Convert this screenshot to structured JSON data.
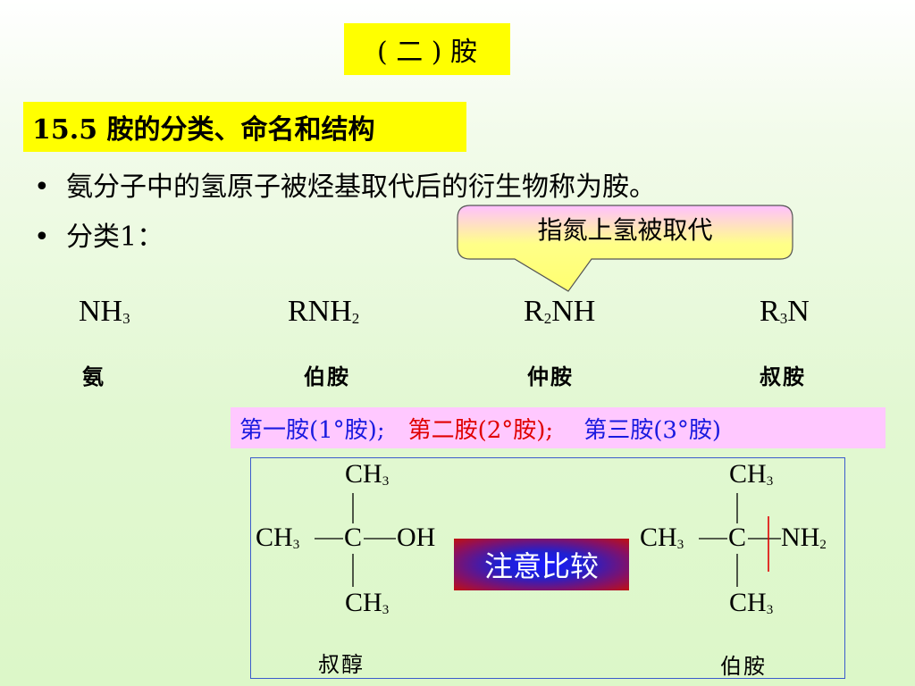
{
  "section_title": "( 二 )    胺",
  "heading": "15.5 胺的分类、命名和结构",
  "bullets": {
    "bullet1": "氨分子中的氢原子被烃基取代后的衍生物称为胺。",
    "bullet2": "分类1："
  },
  "bullet_symbol": "•",
  "callout": "指氮上氢被取代",
  "formulas": {
    "nh3": {
      "main": "NH",
      "sub": "3",
      "name": "氨"
    },
    "rnh2": {
      "main": "RNH",
      "sub": "2",
      "name": "伯胺"
    },
    "r2nh": {
      "pre": "R",
      "sub": "2",
      "main": "NH",
      "name": "仲胺"
    },
    "r3n": {
      "pre": "R",
      "sub": "3",
      "main": "N",
      "name": "叔胺"
    }
  },
  "classes": {
    "first": "第一胺(1°胺);",
    "second": "第二胺(2°胺);",
    "third": "第三胺(3°胺)"
  },
  "compare": {
    "left": {
      "top_group": "CH",
      "top_sub": "3",
      "left_group": "CH",
      "left_sub": "3",
      "center": "C",
      "right_group": "OH",
      "bottom_group": "CH",
      "bottom_sub": "3",
      "label": "叔醇"
    },
    "right": {
      "top_group": "CH",
      "top_sub": "3",
      "left_group": "CH",
      "left_sub": "3",
      "center": "C",
      "right_group": "NH",
      "right_sub": "2",
      "bottom_group": "CH",
      "bottom_sub": "3",
      "label": "伯胺"
    },
    "note": "注意比较"
  },
  "colors": {
    "highlight_yellow": "#ffff00",
    "classes_bar": "#ffc8ff",
    "blue_text": "#1a1ae0",
    "red_text": "#e00000",
    "box_border": "#3b5bcc",
    "bond_highlight": "#e00000"
  }
}
